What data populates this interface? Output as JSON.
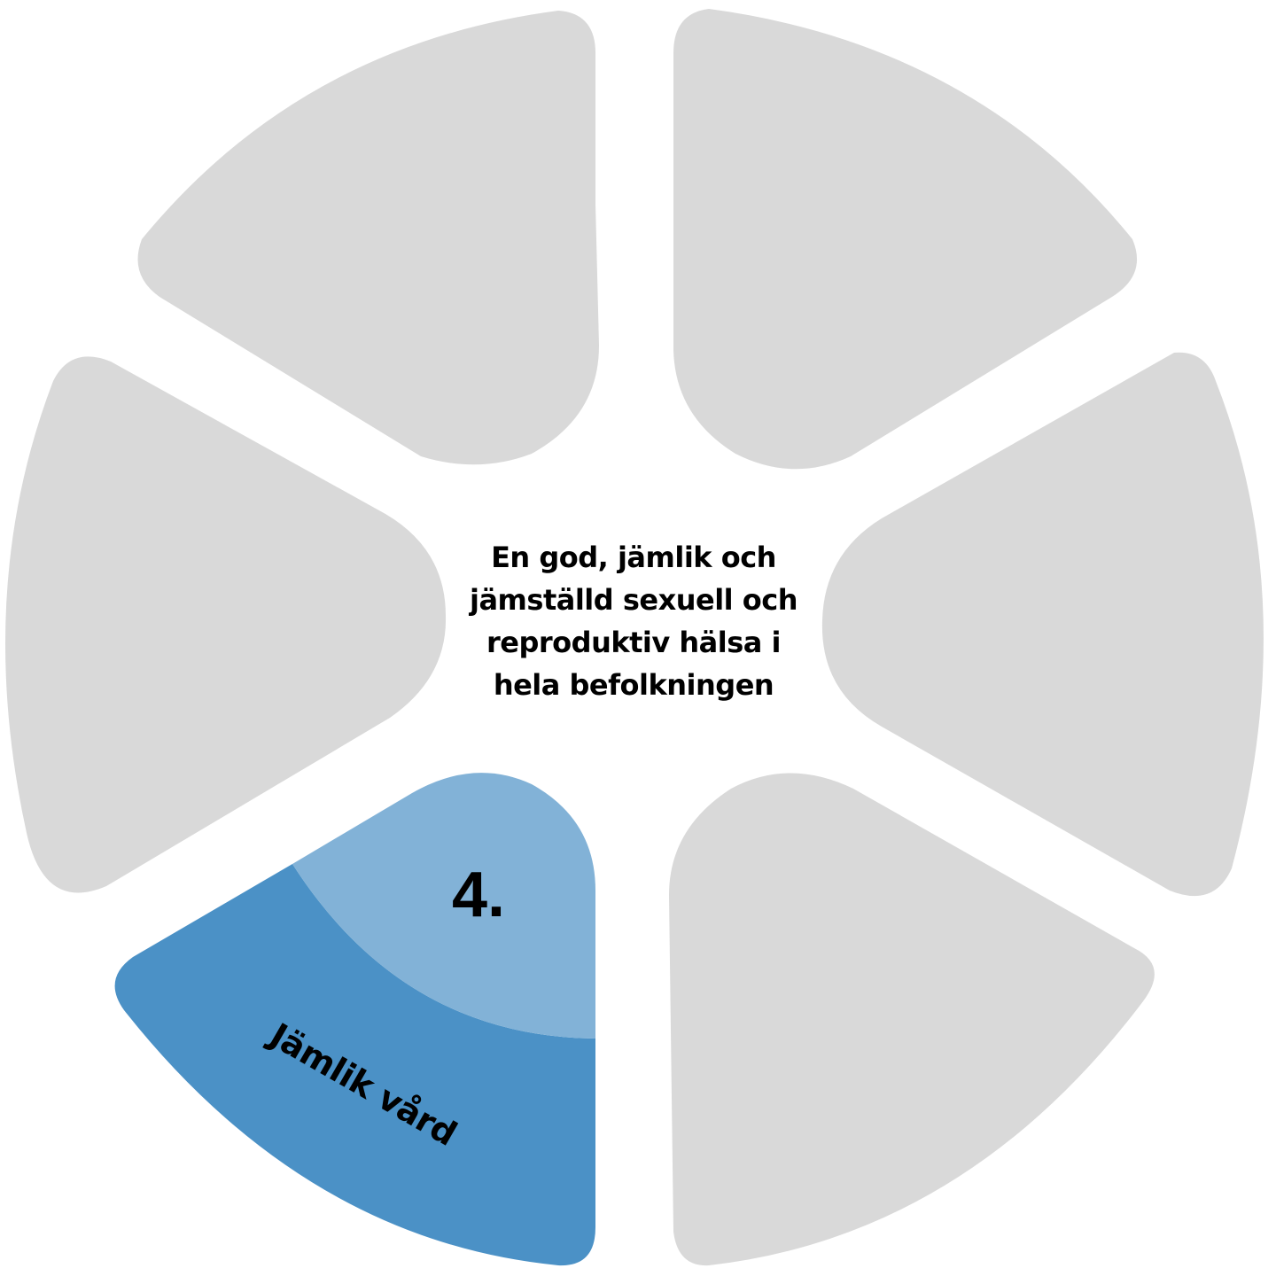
{
  "diagram": {
    "center": {
      "lines": [
        "En god, jämlik och",
        "jämställd sexuell och",
        "reproduktiv hälsa i",
        "hela befolkningen"
      ]
    },
    "active_segment": {
      "number": "4.",
      "label": "Jämlik vård"
    },
    "segment_count": 6,
    "colors": {
      "inactive": "#d9d9d9",
      "active_outer": "#4b91c6",
      "active_inner": "#82b2d7",
      "text": "#000000"
    }
  }
}
